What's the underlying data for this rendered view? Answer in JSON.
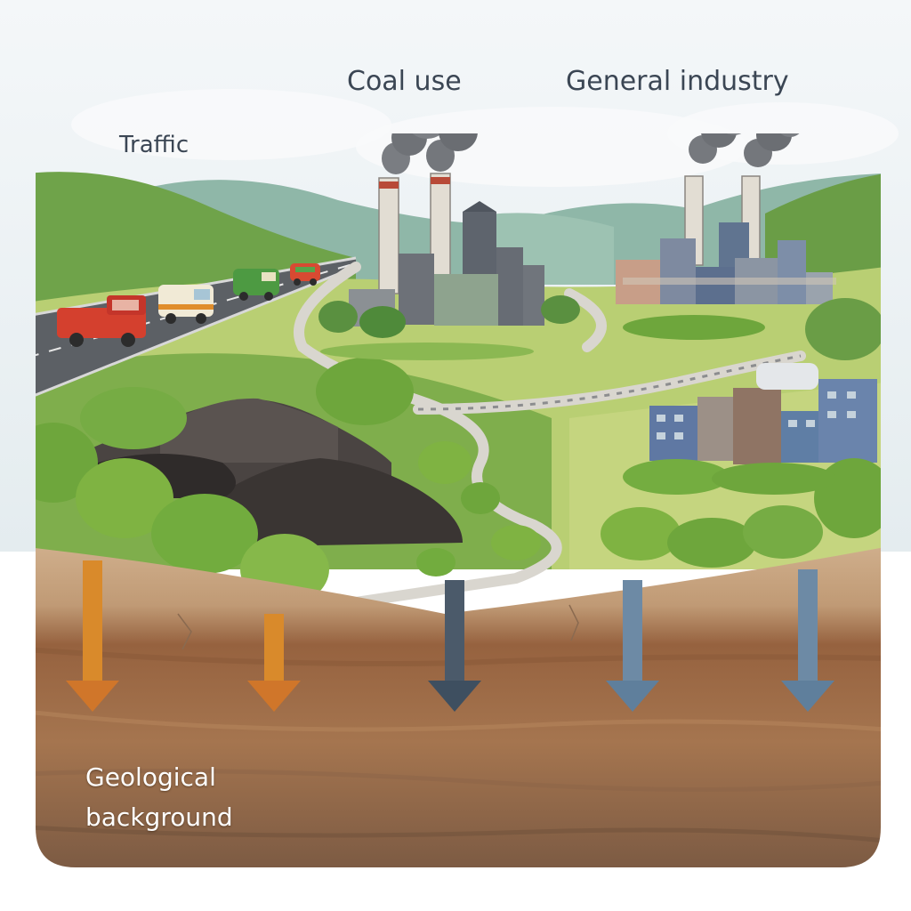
{
  "labels": {
    "coal_use": "Coal use",
    "general_industry": "General industry",
    "traffic": "Traffic",
    "geological_line1": "Geological",
    "geological_line2": "background"
  },
  "colors": {
    "sky": "#eef3f6",
    "hills": "#6fa34a",
    "road": "#5c6065",
    "coal": "#3a3533",
    "soil_top": "#c9a884",
    "soil_mid": "#9a6a45",
    "soil_deep": "#7d563c",
    "arrow_orange": "#d98a2b",
    "arrow_slate": "#3e4f60",
    "arrow_blue": "#5f7f9c"
  },
  "arrows": [
    {
      "source": "traffic",
      "color": "arrow_orange"
    },
    {
      "source": "traffic",
      "color": "arrow_orange"
    },
    {
      "source": "coal_use",
      "color": "arrow_slate"
    },
    {
      "source": "general_industry",
      "color": "arrow_blue"
    },
    {
      "source": "general_industry",
      "color": "arrow_blue"
    }
  ]
}
